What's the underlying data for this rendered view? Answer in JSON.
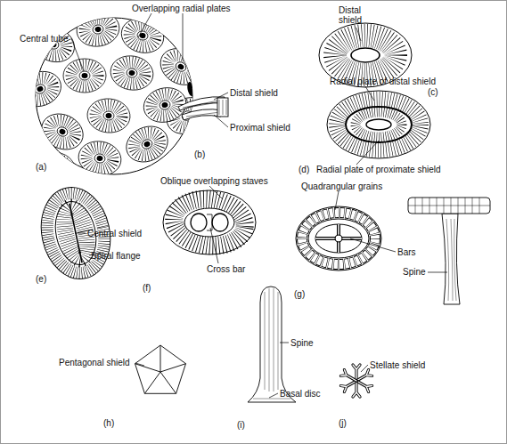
{
  "diagram": {
    "labels": [
      "Overlapping radial plates",
      "Central tube",
      "(a)",
      "Distal shield",
      "Proximal shield",
      "(b)",
      "Distal shield",
      "(c)",
      "Radial plate of distal shield",
      "Radial plate of proximate shield",
      "(d)",
      "Central shield",
      "Spiral flange",
      "(e)",
      "Oblique overlapping staves",
      "Cross bar",
      "(f)",
      "Quadrangular grains",
      "Bars",
      "Spine",
      "(g)",
      "Pentagonal shield",
      "(h)",
      "Spine",
      "Basal disc",
      "(i)",
      "Stellate shield",
      "(j)"
    ]
  }
}
